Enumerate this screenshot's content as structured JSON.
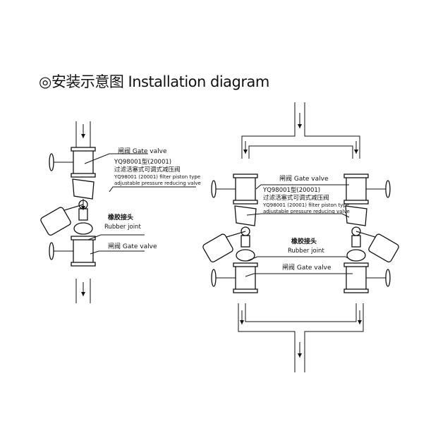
{
  "title": "◎安装示意图 Installation diagram",
  "left": {
    "gate_valve_top": "闸阀 Gate valve",
    "model_cn": "YQ98001型(20001)",
    "name_cn": "过滤活塞式可调式减压阀",
    "model_en": "YQ98001 (20001) filter piston type",
    "name_en": "adjustable pressure reducing valve",
    "rubber_joint_cn": "橡胶接头",
    "rubber_joint_en": "Rubber joint",
    "gate_valve_bottom": "闸阀 Gate valve"
  },
  "right": {
    "gate_valve_top": "闸阀 Gate valve",
    "model_cn": "YQ98001型(20001)",
    "name_cn": "过滤活塞式可调式减压阀",
    "model_en": "YQ98001 (20001) filter piston type",
    "name_en": "adjustable pressure reducing valve",
    "rubber_joint_cn": "橡胶接头",
    "rubber_joint_en": "Rubber joint",
    "gate_valve_bottom": "闸阀 Gate valve"
  }
}
